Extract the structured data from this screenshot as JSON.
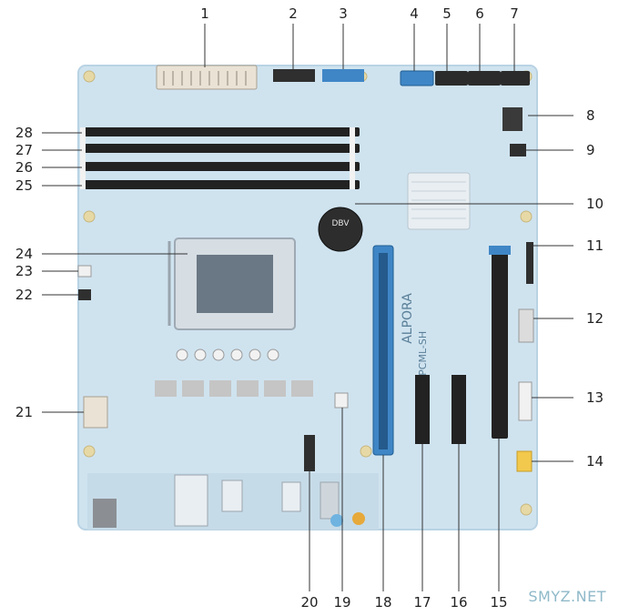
{
  "callouts": [
    "1",
    "2",
    "3",
    "4",
    "5",
    "6",
    "7",
    "8",
    "9",
    "10",
    "11",
    "12",
    "13",
    "14",
    "15",
    "16",
    "17",
    "18",
    "19",
    "20",
    "21",
    "22",
    "23",
    "24",
    "25",
    "26",
    "27",
    "28"
  ],
  "silkscreen": {
    "battery_brand": "DBV",
    "pcb_model": "IPCML-SH",
    "brand": "ALPORA"
  },
  "watermark": "SMYZ.NET",
  "colors": {
    "board": "#cfe3ef",
    "board_edge": "#b9d3e4",
    "slot": "#222222",
    "sata": "#2b2b2b",
    "accent_blue": "#3f86c6",
    "connector_beige": "#e9e2d5",
    "fan_yellow": "#f2c94c"
  }
}
